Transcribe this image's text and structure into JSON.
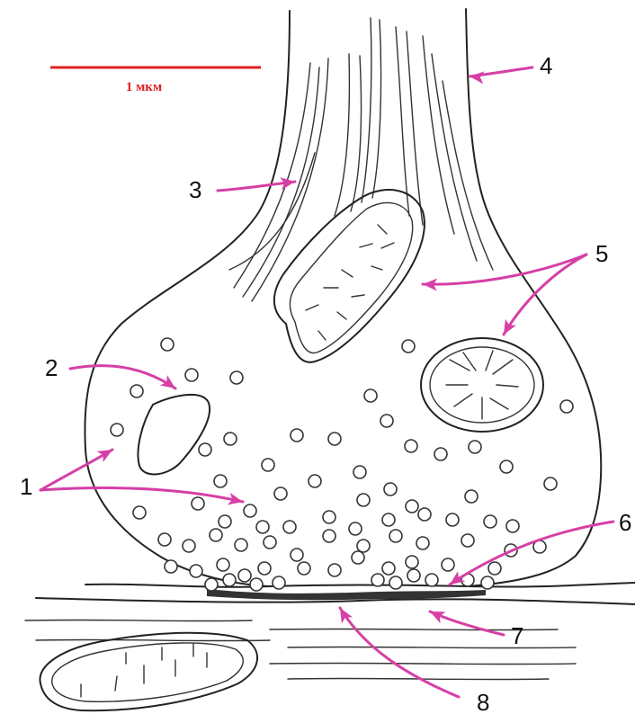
{
  "scale_bar": {
    "text": "1 мкм",
    "color": "#e02020"
  },
  "arrow_color": "#d63fa6",
  "labels": [
    {
      "id": "1",
      "text": "1"
    },
    {
      "id": "2",
      "text": "2"
    },
    {
      "id": "3",
      "text": "3"
    },
    {
      "id": "4",
      "text": "4"
    },
    {
      "id": "5",
      "text": "5"
    },
    {
      "id": "6",
      "text": "6"
    },
    {
      "id": "7",
      "text": "7"
    },
    {
      "id": "8",
      "text": "8"
    }
  ]
}
